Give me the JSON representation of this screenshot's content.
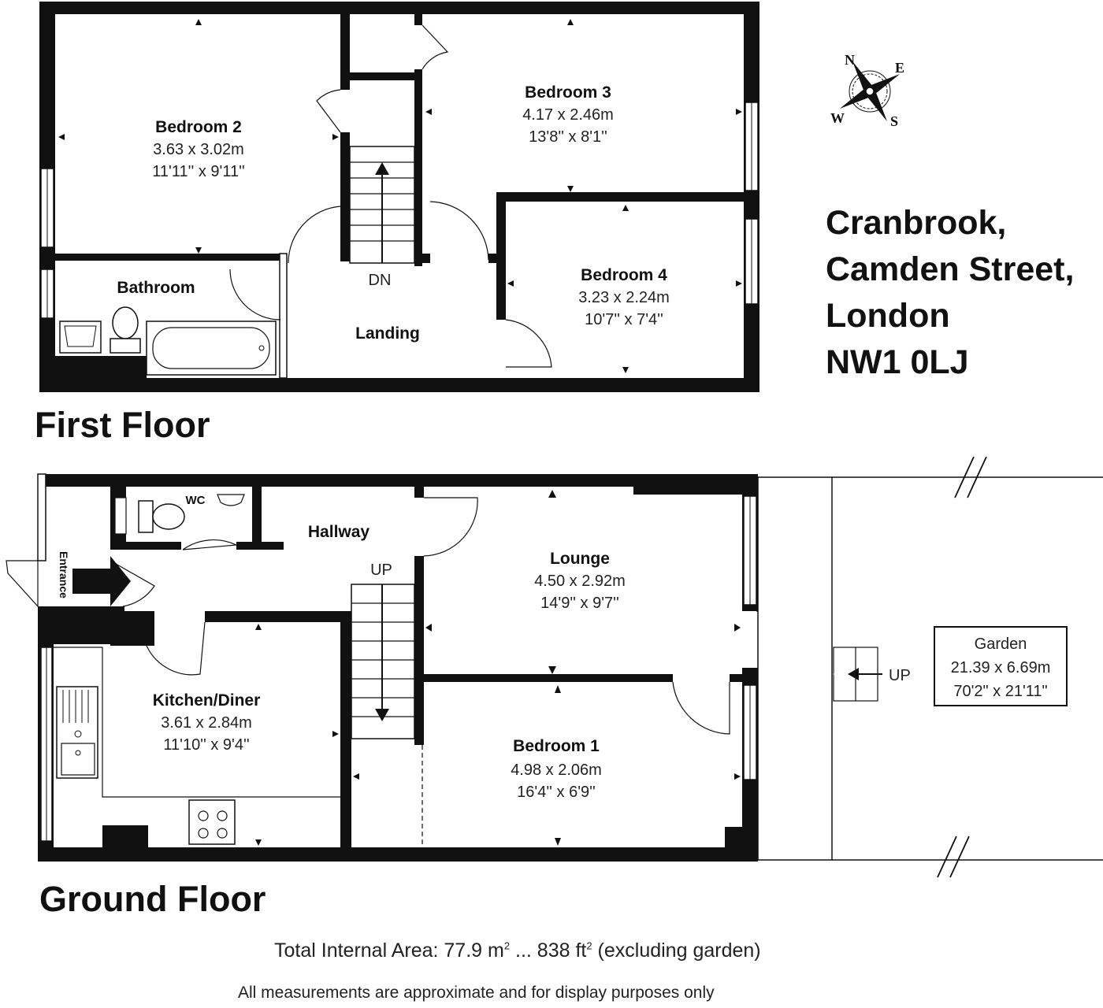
{
  "address": {
    "line1": "Cranbrook,",
    "line2": "Camden Street,",
    "line3": "London",
    "line4": "NW1 0LJ"
  },
  "compass": {
    "n": "N",
    "e": "E",
    "s": "S",
    "w": "W"
  },
  "first_floor": {
    "title": "First Floor",
    "rooms": {
      "bedroom2": {
        "name": "Bedroom 2",
        "metric": "3.63 x 3.02m",
        "imperial": "11'11'' x 9'11''"
      },
      "bedroom3": {
        "name": "Bedroom 3",
        "metric": "4.17 x 2.46m",
        "imperial": "13'8'' x 8'1''"
      },
      "bedroom4": {
        "name": "Bedroom 4",
        "metric": "3.23 x 2.24m",
        "imperial": "10'7'' x 7'4''"
      },
      "bathroom": {
        "name": "Bathroom"
      },
      "landing": {
        "name": "Landing"
      }
    },
    "stairs_label": "DN"
  },
  "ground_floor": {
    "title": "Ground Floor",
    "rooms": {
      "hallway": {
        "name": "Hallway"
      },
      "wc": {
        "name": "WC"
      },
      "entrance": {
        "name": "Entrance"
      },
      "lounge": {
        "name": "Lounge",
        "metric": "4.50 x 2.92m",
        "imperial": "14'9'' x 9'7''"
      },
      "kitchen": {
        "name": "Kitchen/Diner",
        "metric": "3.61 x 2.84m",
        "imperial": "11'10'' x 9'4''"
      },
      "bedroom1": {
        "name": "Bedroom 1",
        "metric": "4.98 x 2.06m",
        "imperial": "16'4'' x 6'9''"
      },
      "garden": {
        "name": "Garden",
        "metric": "21.39 x 6.69m",
        "imperial": "70'2\" x 21'11\""
      }
    },
    "stairs_label": "UP",
    "garden_step_label": "UP"
  },
  "footer": {
    "total_prefix": "Total Internal Area: 77.9 m",
    "total_sup1": "2",
    "total_mid": " ... 838 ft",
    "total_sup2": "2",
    "total_suffix": " (excluding garden)",
    "disclaimer": "All measurements are approximate and for display purposes only"
  }
}
